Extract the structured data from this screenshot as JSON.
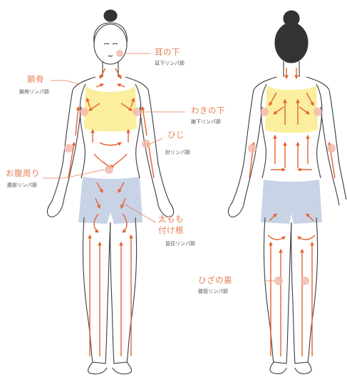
{
  "colors": {
    "accent": "#e8805a",
    "arrow": "#e5622e",
    "node": "#f3b8aa",
    "top": "#fbee9a",
    "shorts": "#c9d3e6",
    "line": "#3a3a3a",
    "hair": "#333333"
  },
  "labels": {
    "ear": {
      "main": "耳の下",
      "sub": "耳下リンパ節"
    },
    "clav": {
      "main": "鎖骨",
      "sub": "鎖骨リンパ節"
    },
    "arm": {
      "main": "わきの下",
      "sub": "腋下リンパ節"
    },
    "elbow": {
      "main": "ひじ",
      "sub": "肘リンパ節"
    },
    "belly": {
      "main": "お腹周り",
      "sub": "腹部リンパ節"
    },
    "thigh": {
      "main1": "太もも",
      "main2": "付け根",
      "sub": "鼠径リンパ節"
    },
    "knee": {
      "main": "ひざの裏",
      "sub": "膝窩リンパ節"
    }
  }
}
